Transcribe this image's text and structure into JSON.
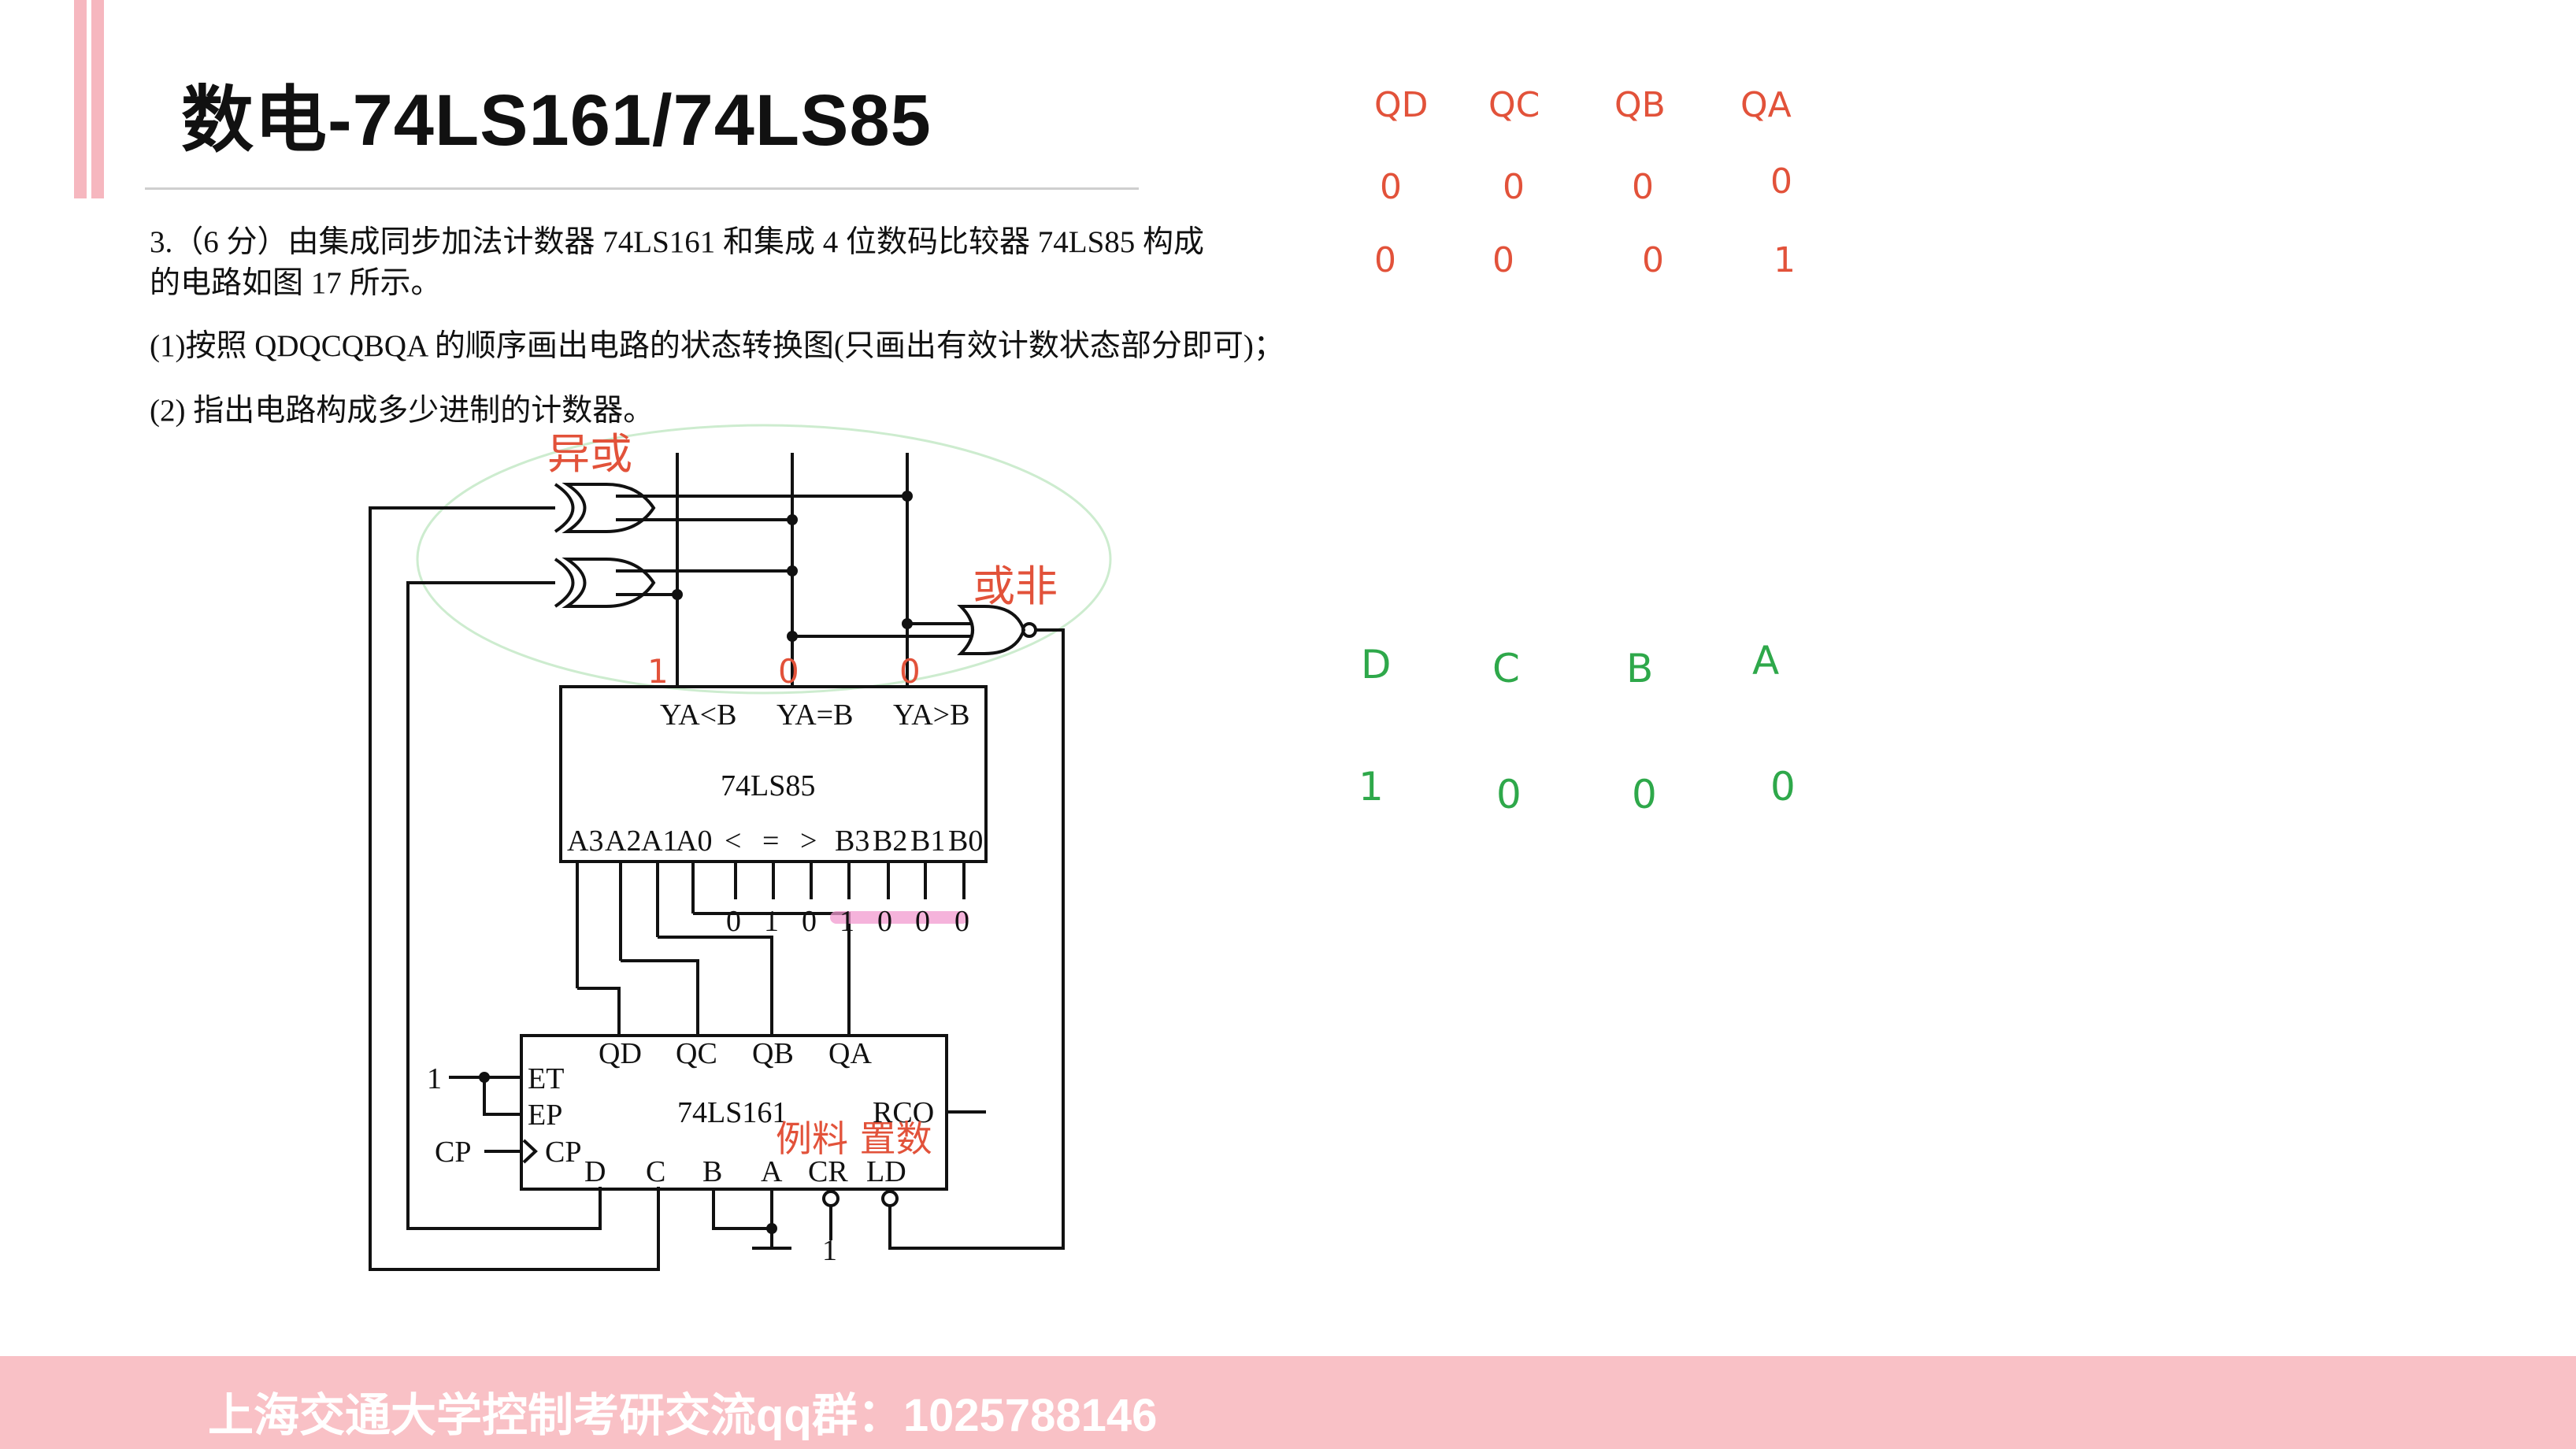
{
  "header": {
    "title": "数电-74LS161/74LS85"
  },
  "problem": {
    "line1": "3.（6 分）由集成同步加法计数器 74LS161 和集成 4 位数码比较器 74LS85 构成",
    "line2": "的电路如图 17 所示。",
    "line3": "(1)按照 QDQCQBQA 的顺序画出电路的状态转换图(只画出有效计数状态部分即可)；",
    "line4": "(2) 指出电路构成多少进制的计数器。"
  },
  "circuit": {
    "comparator": {
      "name": "74LS85",
      "y_lt": "YA<B",
      "y_eq": "YA=B",
      "y_gt": "YA>B",
      "inputs": [
        "A3",
        "A2",
        "A1",
        "A0",
        "<",
        "=",
        ">",
        "B3",
        "B2",
        "B1",
        "B0"
      ],
      "cascade_values": [
        "0",
        "1",
        "0"
      ],
      "b_values": [
        "1",
        "0",
        "0",
        "0"
      ]
    },
    "counter": {
      "name": "74LS161",
      "outputs": [
        "QD",
        "QC",
        "QB",
        "QA"
      ],
      "left_pins": [
        "ET",
        "EP",
        "CP"
      ],
      "bottom_pins": [
        "D",
        "C",
        "B",
        "A",
        "CR",
        "LD"
      ],
      "rco": "RCO",
      "enable_value": "1",
      "clock_label": "CP",
      "cr_value": "1"
    }
  },
  "annotations": {
    "xnor_note": "异或",
    "nor_note": "或非",
    "outputs_values": [
      "1",
      "0",
      "0"
    ],
    "counter_note": "例料 置数",
    "q_headers": [
      "QD",
      "QC",
      "QB",
      "QA"
    ],
    "q_row1": [
      "0",
      "0",
      "0",
      "0"
    ],
    "q_row2": [
      "0",
      "0",
      "0",
      "1"
    ],
    "dcba_headers": [
      "D",
      "C",
      "B",
      "A"
    ],
    "dcba_values": [
      "1",
      "0",
      "0",
      "0"
    ]
  },
  "footer": {
    "text": "上海交通大学控制考研交流qq群：1025788146"
  },
  "colors": {
    "accent": "#f6b7bf",
    "footer": "#f9c1c6",
    "red_ink": "#e2523a",
    "green_ink": "#2ea84a",
    "highlight": "#f29ad0"
  }
}
